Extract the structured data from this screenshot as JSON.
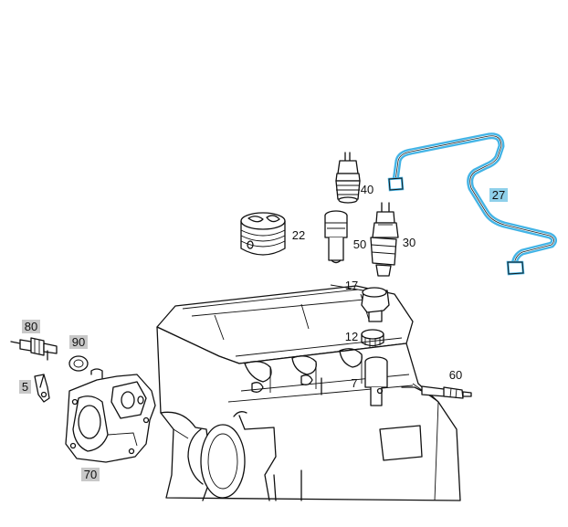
{
  "diagram": {
    "labels": {
      "p27": "27",
      "p40": "40",
      "p22": "22",
      "p50": "50",
      "p30": "30",
      "p17": "17",
      "p12": "12",
      "p7": "7",
      "p60": "60",
      "p80": "80",
      "p90": "90",
      "p5": "5",
      "p70": "70"
    },
    "highlighted_parts": [
      "80",
      "90",
      "5",
      "70"
    ],
    "selected_part": "27",
    "colors": {
      "highlight_grey": "#c8c8c8",
      "selected_blue": "#43b4e6",
      "selected_label_bg": "#8fd0ea",
      "line": "#111111"
    }
  }
}
